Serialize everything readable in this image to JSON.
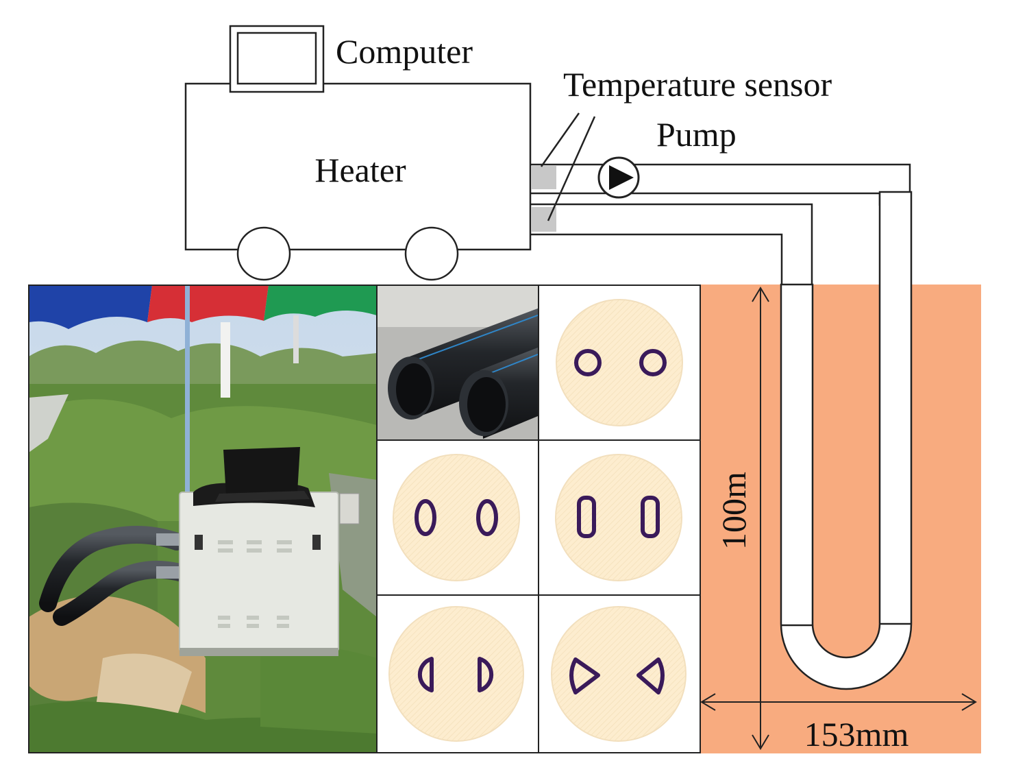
{
  "labels": {
    "computer": "Computer",
    "heater": "Heater",
    "temperature_sensor": "Temperature sensor",
    "pump": "Pump",
    "depth": "100m",
    "diameter": "153mm"
  },
  "colors": {
    "soil": "#f8ab7f",
    "disc_fill": "#fdedcf",
    "pipe_outline": "#3a1a5a",
    "sensor": "#c8c8c8",
    "grass": "#5c8a3a",
    "sky": "#c9d9ea"
  },
  "pipe_cross_sections": [
    {
      "shape": "circle"
    },
    {
      "shape": "ellipse"
    },
    {
      "shape": "rounded-rectangle"
    },
    {
      "shape": "semicircle"
    },
    {
      "shape": "triangle"
    }
  ],
  "photos": [
    {
      "subject": "field test setup with umbrella, laptop and heater box"
    },
    {
      "subject": "black HDPE pipes with blue stripe"
    }
  ]
}
